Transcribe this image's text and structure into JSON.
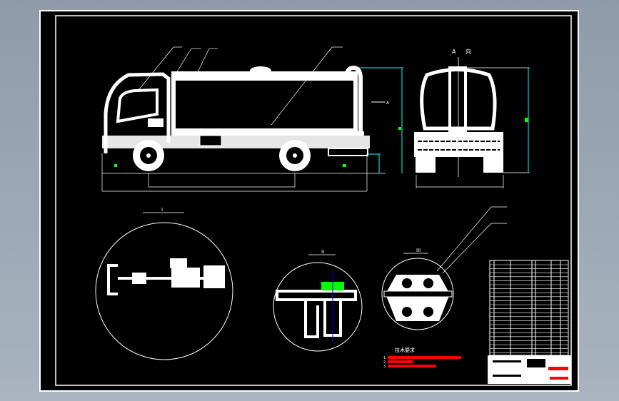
{
  "drawing": {
    "rear_view_label": "A",
    "rear_view_suffix": "向",
    "side_view_arrow_label": "A",
    "detail_1_label": "I",
    "detail_2_label": "II",
    "detail_3_label": "III",
    "tech_requirements_title": "技术要求",
    "tech_requirements_items": [
      "1.",
      "2.",
      "3."
    ]
  },
  "colors": {
    "background": "#9aa6b4",
    "sheet": "#000000",
    "lines": "#ffffff",
    "dimension": "#00ffff",
    "highlight": "#00ff00",
    "notes": "#ff0000"
  }
}
